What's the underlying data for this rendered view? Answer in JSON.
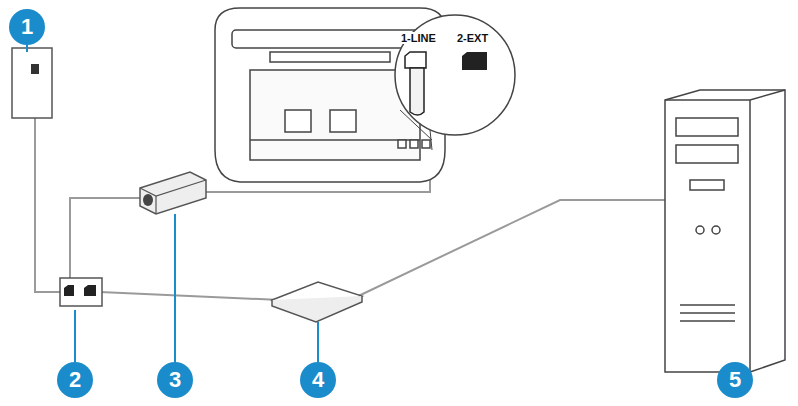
{
  "diagram": {
    "labels": [
      "1",
      "2",
      "3",
      "4",
      "5",
      "1-LINE",
      "2-EXT"
    ]
  }
}
